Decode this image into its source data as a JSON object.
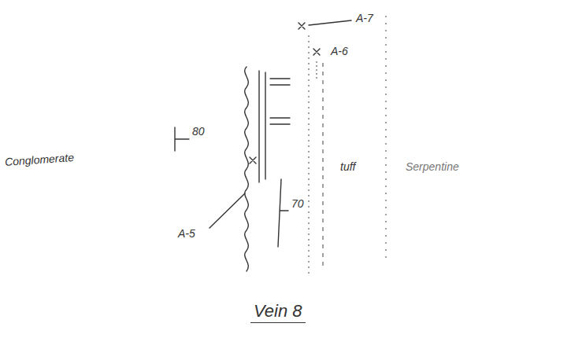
{
  "diagram": {
    "title": "Vein 8",
    "labels": [
      "A-7",
      "A-6",
      "80",
      "Conglomerate",
      "A-5",
      "70",
      "tuff",
      "Serpentine"
    ]
  }
}
